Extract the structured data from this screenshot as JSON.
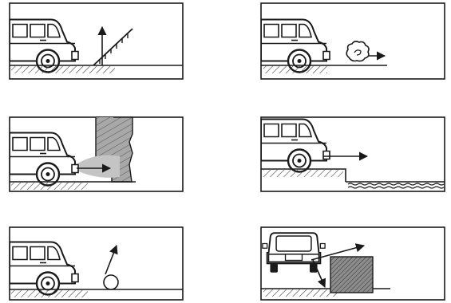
{
  "panels": [
    {
      "id": "slope",
      "arrow": "up"
    },
    {
      "id": "gas-cloud",
      "arrow": "right"
    },
    {
      "id": "wall-beam",
      "arrow": "right"
    },
    {
      "id": "ledge-water",
      "arrow": "right"
    },
    {
      "id": "pole-ball",
      "arrow": "diagonal-up"
    },
    {
      "id": "rear-block",
      "arrow": "diagonal"
    }
  ],
  "colors": {
    "ink": "#1a1a1a",
    "background": "#ffffff",
    "wall": "#a8a8a8",
    "beam": "#c4c4c4",
    "block": "#8c8c8c"
  }
}
